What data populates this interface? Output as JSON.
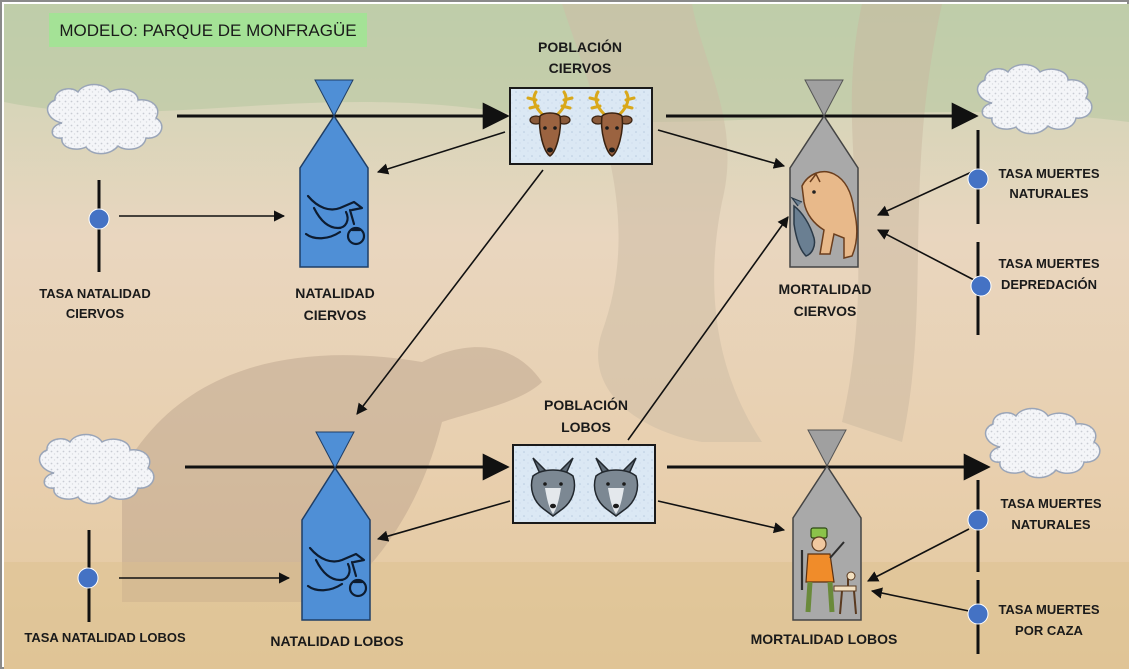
{
  "title": "MODELO: PARQUE DE MONFRAGÜE",
  "colors": {
    "title_bg": "#a4e296",
    "flow_blue": "#4f8fd6",
    "flow_grey": "#a0a0a0",
    "stock_bg": "#dde9f5",
    "converter": "#4472c4",
    "line": "#111111"
  },
  "stocks": {
    "deer": {
      "label_line1": "POBLACIÓN",
      "label_line2": "CIERVOS",
      "icon": "deer-heads-icon"
    },
    "wolves": {
      "label_line1": "POBLACIÓN",
      "label_line2": "LOBOS",
      "icon": "wolf-heads-icon"
    }
  },
  "flows": {
    "deer_birth": {
      "label_line1": "NATALIDAD",
      "label_line2": "CIERVOS",
      "icon": "stork-icon"
    },
    "deer_death": {
      "label_line1": "MORTALIDAD",
      "label_line2": "CIERVOS",
      "icon": "wolf-attack-icon"
    },
    "wolf_birth": {
      "label": "NATALIDAD LOBOS",
      "icon": "stork-icon"
    },
    "wolf_death": {
      "label": "MORTALIDAD LOBOS",
      "icon": "hunter-icon"
    }
  },
  "converters": {
    "deer_birth_rate": {
      "label_line1": "TASA NATALIDAD",
      "label_line2": "CIERVOS"
    },
    "deer_natural_death_rate": {
      "label_line1": "TASA MUERTES",
      "label_line2": "NATURALES"
    },
    "deer_predation_rate": {
      "label_line1": "TASA MUERTES",
      "label_line2": "DEPREDACIÓN"
    },
    "wolf_birth_rate": {
      "label": "TASA NATALIDAD LOBOS"
    },
    "wolf_natural_death_rate": {
      "label_line1": "TASA MUERTES",
      "label_line2": "NATURALES"
    },
    "wolf_hunting_rate": {
      "label_line1": "TASA MUERTES",
      "label_line2": "POR CAZA"
    }
  }
}
